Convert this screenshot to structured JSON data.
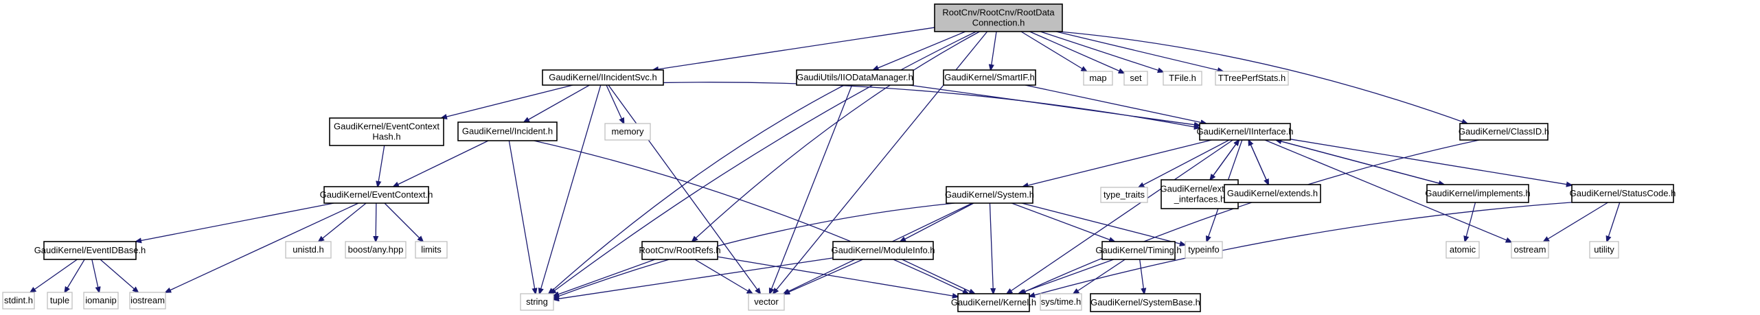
{
  "title": "RootCnv/RootCnv/RootDataConnection.h include dependency graph",
  "colors": {
    "edge": "#191970",
    "root_fill": "#bfbfbf",
    "internal_border": "#000000",
    "external_border": "#bfbfbf"
  },
  "nodes": [
    {
      "id": "root",
      "lines": [
        "RootCnv/RootCnv/RootData",
        "Connection.h"
      ],
      "kind": "root"
    },
    {
      "id": "iincidentsvc",
      "lines": [
        "GaudiKernel/IIncidentSvc.h"
      ],
      "kind": "internal"
    },
    {
      "id": "iiodatamanager",
      "lines": [
        "GaudiUtils/IIODataManager.h"
      ],
      "kind": "internal"
    },
    {
      "id": "smartif",
      "lines": [
        "GaudiKernel/SmartIF.h"
      ],
      "kind": "internal"
    },
    {
      "id": "map",
      "lines": [
        "map"
      ],
      "kind": "external"
    },
    {
      "id": "set",
      "lines": [
        "set"
      ],
      "kind": "external"
    },
    {
      "id": "tfile",
      "lines": [
        "TFile.h"
      ],
      "kind": "external"
    },
    {
      "id": "ttreeperfstats",
      "lines": [
        "TTreePerfStats.h"
      ],
      "kind": "external"
    },
    {
      "id": "eventcontexthash",
      "lines": [
        "GaudiKernel/EventContext",
        "Hash.h"
      ],
      "kind": "internal"
    },
    {
      "id": "incident",
      "lines": [
        "GaudiKernel/Incident.h"
      ],
      "kind": "internal"
    },
    {
      "id": "memory",
      "lines": [
        "memory"
      ],
      "kind": "external"
    },
    {
      "id": "iinterface",
      "lines": [
        "GaudiKernel/IInterface.h"
      ],
      "kind": "internal"
    },
    {
      "id": "classid",
      "lines": [
        "GaudiKernel/ClassID.h"
      ],
      "kind": "internal"
    },
    {
      "id": "eventcontext",
      "lines": [
        "GaudiKernel/EventContext.h"
      ],
      "kind": "internal"
    },
    {
      "id": "system",
      "lines": [
        "GaudiKernel/System.h"
      ],
      "kind": "internal"
    },
    {
      "id": "type_traits",
      "lines": [
        "type_traits"
      ],
      "kind": "external"
    },
    {
      "id": "extend_interfaces",
      "lines": [
        "GaudiKernel/extend",
        "_interfaces.h"
      ],
      "kind": "internal"
    },
    {
      "id": "extends",
      "lines": [
        "GaudiKernel/extends.h"
      ],
      "kind": "internal"
    },
    {
      "id": "implements",
      "lines": [
        "GaudiKernel/implements.h"
      ],
      "kind": "internal"
    },
    {
      "id": "statuscode",
      "lines": [
        "GaudiKernel/StatusCode.h"
      ],
      "kind": "internal"
    },
    {
      "id": "eventidbase",
      "lines": [
        "GaudiKernel/EventIDBase.h"
      ],
      "kind": "internal"
    },
    {
      "id": "unistd",
      "lines": [
        "unistd.h"
      ],
      "kind": "external"
    },
    {
      "id": "boostany",
      "lines": [
        "boost/any.hpp"
      ],
      "kind": "external"
    },
    {
      "id": "limits",
      "lines": [
        "limits"
      ],
      "kind": "external"
    },
    {
      "id": "rootrefs",
      "lines": [
        "RootCnv/RootRefs.h"
      ],
      "kind": "internal"
    },
    {
      "id": "moduleinfo",
      "lines": [
        "GaudiKernel/ModuleInfo.h"
      ],
      "kind": "internal"
    },
    {
      "id": "timing",
      "lines": [
        "GaudiKernel/Timing.h"
      ],
      "kind": "internal"
    },
    {
      "id": "typeinfo",
      "lines": [
        "typeinfo"
      ],
      "kind": "external"
    },
    {
      "id": "atomic",
      "lines": [
        "atomic"
      ],
      "kind": "external"
    },
    {
      "id": "ostream",
      "lines": [
        "ostream"
      ],
      "kind": "external"
    },
    {
      "id": "utility",
      "lines": [
        "utility"
      ],
      "kind": "external"
    },
    {
      "id": "stdint",
      "lines": [
        "stdint.h"
      ],
      "kind": "external"
    },
    {
      "id": "tuple",
      "lines": [
        "tuple"
      ],
      "kind": "external"
    },
    {
      "id": "iomanip",
      "lines": [
        "iomanip"
      ],
      "kind": "external"
    },
    {
      "id": "iostream",
      "lines": [
        "iostream"
      ],
      "kind": "external"
    },
    {
      "id": "string",
      "lines": [
        "string"
      ],
      "kind": "external"
    },
    {
      "id": "vector",
      "lines": [
        "vector"
      ],
      "kind": "external"
    },
    {
      "id": "kernel",
      "lines": [
        "GaudiKernel/Kernel.h"
      ],
      "kind": "internal"
    },
    {
      "id": "systime",
      "lines": [
        "sys/time.h"
      ],
      "kind": "external"
    },
    {
      "id": "systembase",
      "lines": [
        "GaudiKernel/SystemBase.h"
      ],
      "kind": "internal"
    }
  ],
  "edges": [
    [
      "root",
      "iincidentsvc"
    ],
    [
      "root",
      "iiodatamanager"
    ],
    [
      "root",
      "smartif"
    ],
    [
      "root",
      "map"
    ],
    [
      "root",
      "set"
    ],
    [
      "root",
      "tfile"
    ],
    [
      "root",
      "ttreeperfstats"
    ],
    [
      "root",
      "classid"
    ],
    [
      "root",
      "string"
    ],
    [
      "root",
      "vector"
    ],
    [
      "root",
      "rootrefs"
    ],
    [
      "iincidentsvc",
      "eventcontexthash"
    ],
    [
      "iincidentsvc",
      "incident"
    ],
    [
      "iincidentsvc",
      "memory"
    ],
    [
      "iincidentsvc",
      "iinterface"
    ],
    [
      "iincidentsvc",
      "string"
    ],
    [
      "iincidentsvc",
      "vector"
    ],
    [
      "iiodatamanager",
      "iinterface"
    ],
    [
      "iiodatamanager",
      "string"
    ],
    [
      "iiodatamanager",
      "vector"
    ],
    [
      "smartif",
      "iinterface"
    ],
    [
      "eventcontexthash",
      "eventcontext"
    ],
    [
      "incident",
      "eventcontext"
    ],
    [
      "incident",
      "string"
    ],
    [
      "incident",
      "kernel"
    ],
    [
      "iinterface",
      "system"
    ],
    [
      "iinterface",
      "type_traits"
    ],
    [
      "iinterface",
      "extend_interfaces"
    ],
    [
      "iinterface",
      "extends"
    ],
    [
      "iinterface",
      "implements"
    ],
    [
      "iinterface",
      "statuscode"
    ],
    [
      "iinterface",
      "ostream"
    ],
    [
      "iinterface",
      "kernel"
    ],
    [
      "iinterface",
      "typeinfo"
    ],
    [
      "extend_interfaces",
      "iinterface"
    ],
    [
      "extends",
      "iinterface"
    ],
    [
      "implements",
      "iinterface"
    ],
    [
      "classid",
      "kernel"
    ],
    [
      "eventcontext",
      "eventidbase"
    ],
    [
      "eventcontext",
      "unistd"
    ],
    [
      "eventcontext",
      "boostany"
    ],
    [
      "eventcontext",
      "limits"
    ],
    [
      "eventcontext",
      "iostream"
    ],
    [
      "system",
      "string"
    ],
    [
      "system",
      "vector"
    ],
    [
      "system",
      "moduleinfo"
    ],
    [
      "system",
      "kernel"
    ],
    [
      "system",
      "timing"
    ],
    [
      "system",
      "typeinfo"
    ],
    [
      "implements",
      "atomic"
    ],
    [
      "statuscode",
      "ostream"
    ],
    [
      "statuscode",
      "utility"
    ],
    [
      "statuscode",
      "kernel"
    ],
    [
      "eventidbase",
      "stdint"
    ],
    [
      "eventidbase",
      "tuple"
    ],
    [
      "eventidbase",
      "iomanip"
    ],
    [
      "eventidbase",
      "iostream"
    ],
    [
      "rootrefs",
      "string"
    ],
    [
      "rootrefs",
      "vector"
    ],
    [
      "rootrefs",
      "kernel"
    ],
    [
      "moduleinfo",
      "string"
    ],
    [
      "moduleinfo",
      "vector"
    ],
    [
      "moduleinfo",
      "kernel"
    ],
    [
      "timing",
      "kernel"
    ],
    [
      "timing",
      "systime"
    ],
    [
      "timing",
      "systembase"
    ]
  ]
}
